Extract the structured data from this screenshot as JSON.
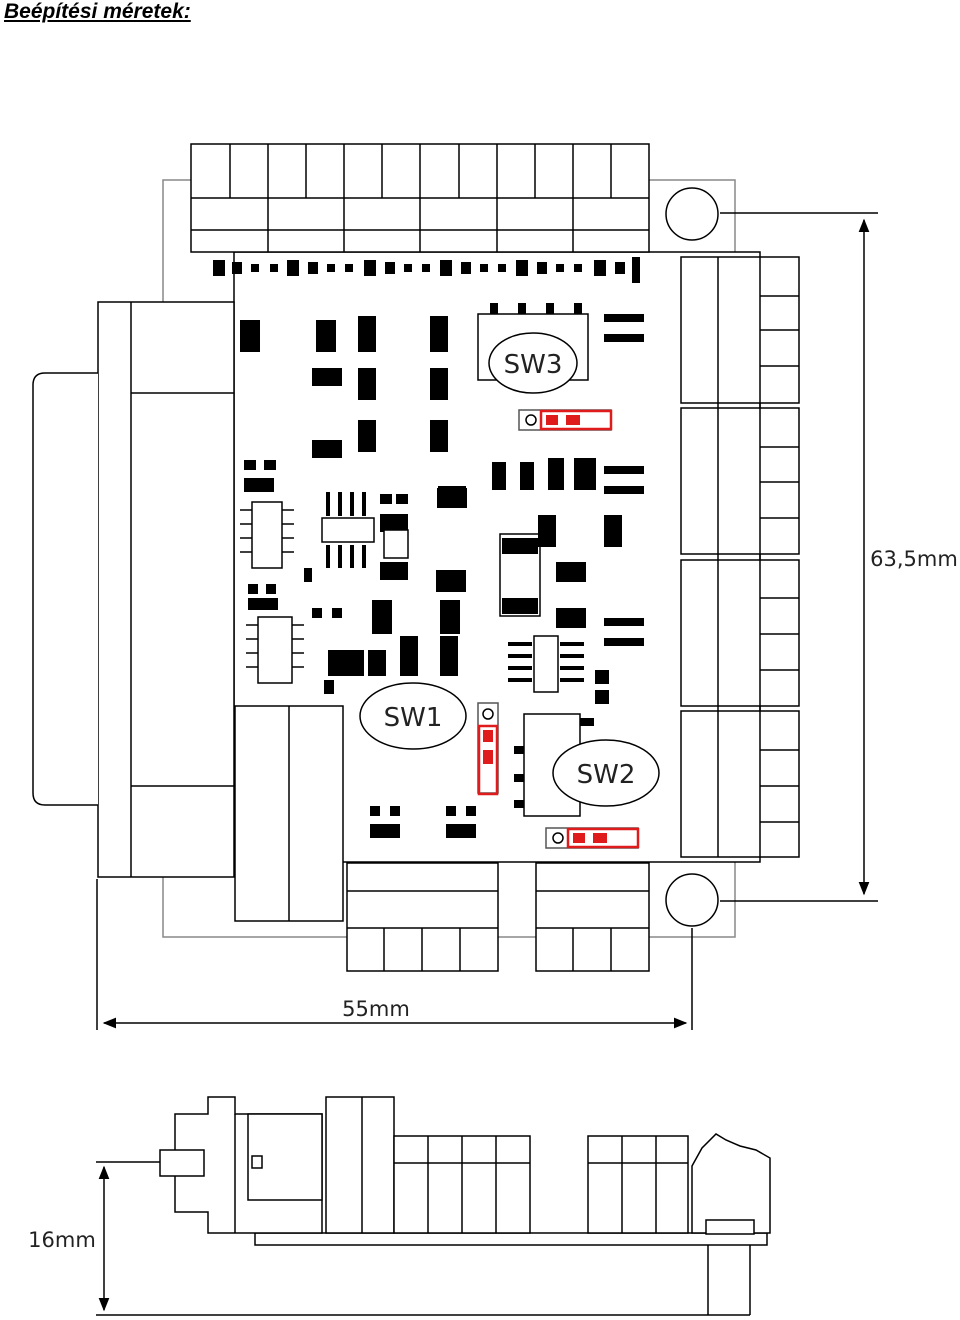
{
  "title": "Beépítési méretek:",
  "switches": {
    "sw1": "SW1",
    "sw2": "SW2",
    "sw3": "SW3"
  },
  "dimensions": {
    "height": "63,5mm",
    "width": "55mm",
    "depth": "16mm"
  },
  "colors": {
    "jumper": "#e01b1b",
    "line": "#000000",
    "outline": "#888888"
  }
}
